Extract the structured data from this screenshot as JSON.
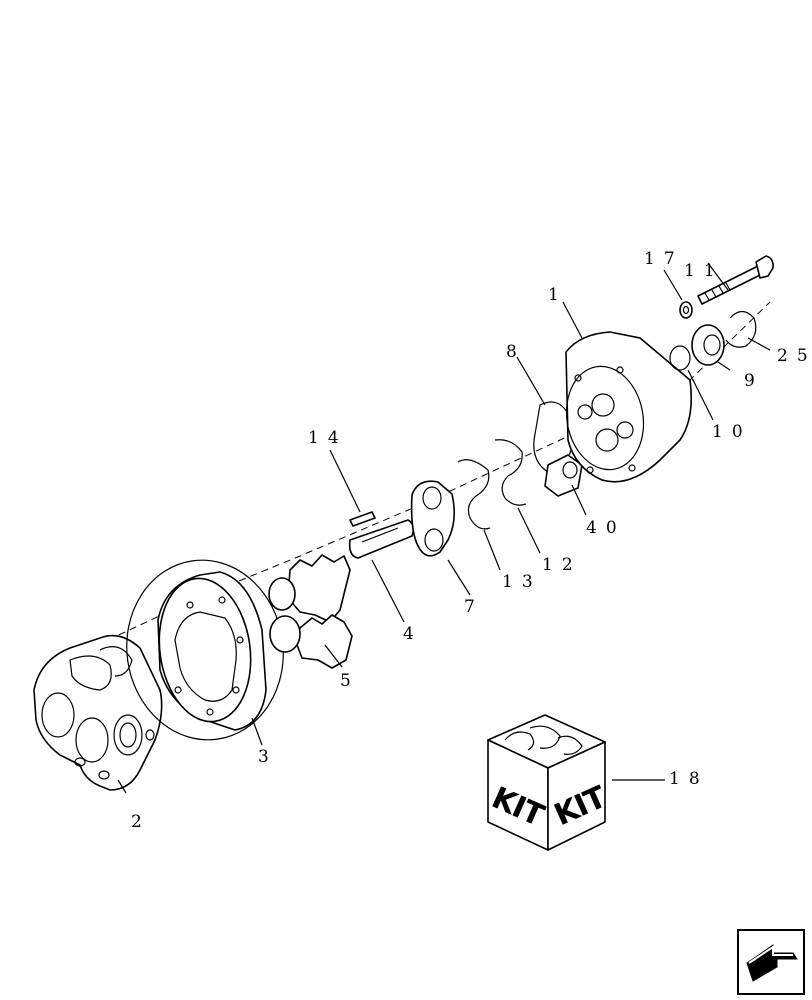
{
  "diagram": {
    "callouts": [
      {
        "id": "p1",
        "label": "1"
      },
      {
        "id": "p2",
        "label": "2"
      },
      {
        "id": "p3",
        "label": "3"
      },
      {
        "id": "p4",
        "label": "4"
      },
      {
        "id": "p5",
        "label": "5"
      },
      {
        "id": "p7",
        "label": "7"
      },
      {
        "id": "p8",
        "label": "8"
      },
      {
        "id": "p9",
        "label": "9"
      },
      {
        "id": "p10",
        "label": "10"
      },
      {
        "id": "p11",
        "label": "11"
      },
      {
        "id": "p12",
        "label": "12"
      },
      {
        "id": "p13",
        "label": "13"
      },
      {
        "id": "p14",
        "label": "14"
      },
      {
        "id": "p17",
        "label": "17"
      },
      {
        "id": "p18",
        "label": "18"
      },
      {
        "id": "p25",
        "label": "25"
      },
      {
        "id": "p40",
        "label": "40"
      }
    ],
    "kit_box": {
      "left_face_label": "KIT",
      "right_face_label": "KIT"
    },
    "nav": {
      "icon": "next-page-arrow-icon"
    }
  }
}
